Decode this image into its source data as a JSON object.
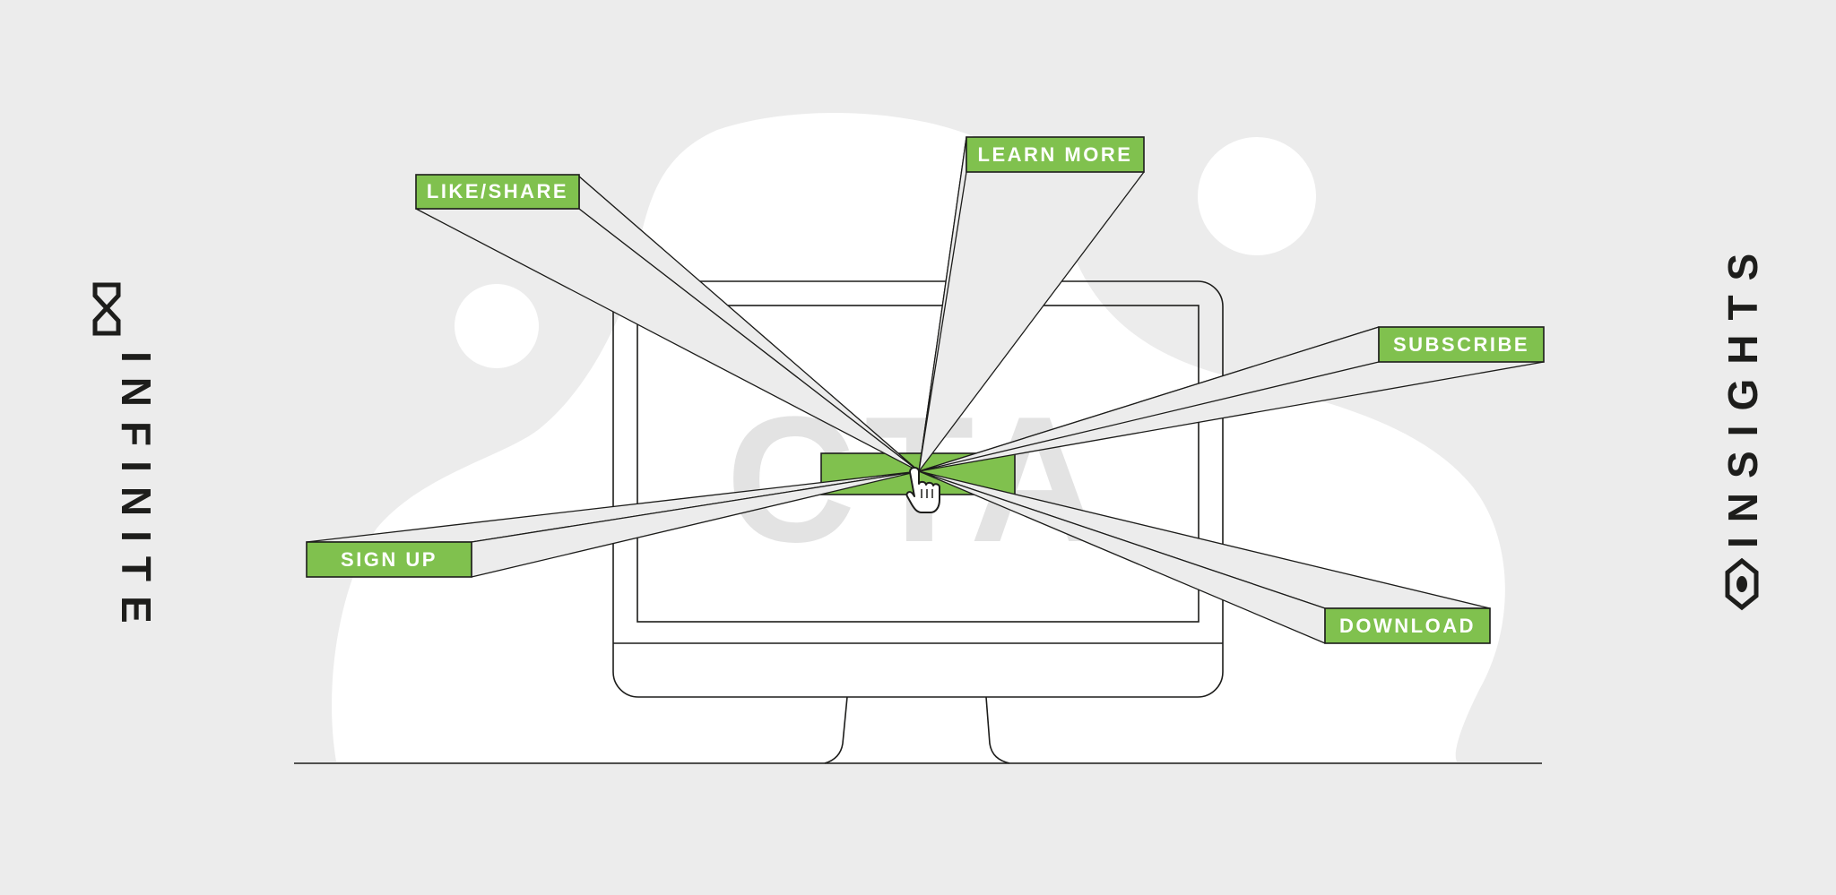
{
  "brand": {
    "left_word": "INFINITE",
    "right_word": "INSIGHTS",
    "left_icon": "hourglass-icon",
    "right_icon": "hexagon-eye-icon"
  },
  "screen": {
    "watermark": "CTA"
  },
  "cta_labels": {
    "like_share": "LIKE/SHARE",
    "learn_more": "LEARN MORE",
    "subscribe": "SUBSCRIBE",
    "sign_up": "SIGN UP",
    "download": "DOWNLOAD"
  },
  "colors": {
    "background": "#ececec",
    "accent_green": "#80c14e",
    "ink": "#1d1d1b",
    "blob": "#ffffff"
  },
  "cursor_icon": "hand-pointer-icon"
}
